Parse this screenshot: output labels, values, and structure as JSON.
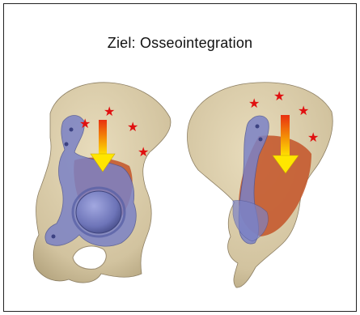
{
  "figure": {
    "title": "Ziel: Osseointegration"
  },
  "colors": {
    "bone": "#d9ccaa",
    "bone_shadow": "#9b8c70",
    "implant": "#7b82c6",
    "implant_dark": "#4f5696",
    "bone_ingrowth": "#c45a2f",
    "star": "#e01010",
    "arrow_start": "#e83010",
    "arrow_end": "#ffe600"
  },
  "markers": {
    "left_pelvis_stars": 4,
    "right_pelvis_stars": 4
  }
}
